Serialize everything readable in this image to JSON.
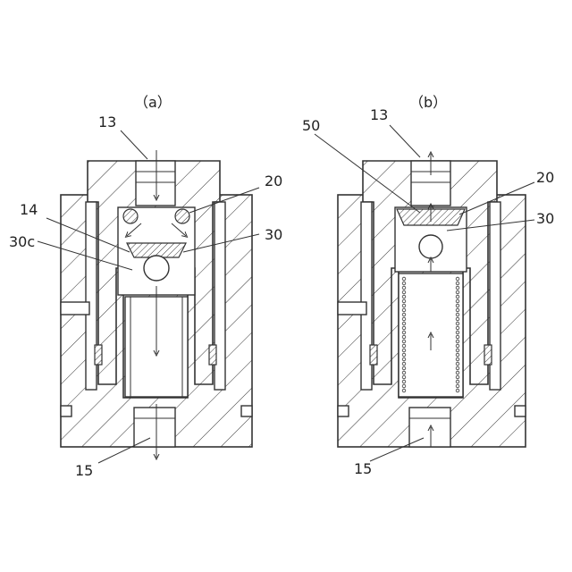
{
  "figures": [
    {
      "id": "a",
      "caption": "（a）",
      "labels": {
        "inlet": "13",
        "ring": "20",
        "seat": "30",
        "bore": "14",
        "ball_port": "30c",
        "outlet": "15"
      }
    },
    {
      "id": "b",
      "caption": "（b）",
      "labels": {
        "spring": "50",
        "inlet": "13",
        "ring": "20",
        "seat": "30",
        "outlet": "15"
      }
    }
  ],
  "colors": {
    "line": "#333333",
    "background": "#ffffff"
  }
}
